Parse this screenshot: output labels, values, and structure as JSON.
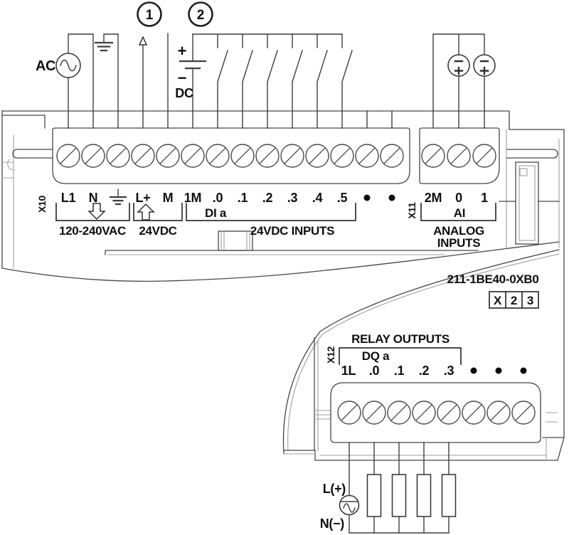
{
  "callouts": {
    "note1": "1",
    "note2": "2"
  },
  "supply": {
    "ac": "AC",
    "plus": "+",
    "minus": "−",
    "dc": "DC"
  },
  "x10": {
    "connector": "X10",
    "t_l1": "L1",
    "t_n": "N",
    "t_lplus": "L+",
    "t_m": "M",
    "t_1m": "1M",
    "t_i0": ".0",
    "t_i1": ".1",
    "t_i2": ".2",
    "t_i3": ".3",
    "t_i4": ".4",
    "t_i5": ".5",
    "unused_marker": "••",
    "group_mains": "120-240VAC",
    "group_sensor": "24VDC",
    "group_di": "DI a",
    "caption_di": "24VDC INPUTS"
  },
  "x11": {
    "connector": "X11",
    "t_2m": "2M",
    "t_0": "0",
    "t_1": "1",
    "group_ai": "AI",
    "caption_line1": "ANALOG",
    "caption_line2": "INPUTS",
    "source_polarity_top": "−",
    "source_polarity_bottom": "+"
  },
  "module": {
    "order_number": "211-1BE40-0XB0",
    "version_cells": [
      "X",
      "2",
      "3"
    ]
  },
  "x12": {
    "connector": "X12",
    "title": "RELAY OUTPUTS",
    "group_dq": "DQ a",
    "t_1l": "1L",
    "t_q0": ".0",
    "t_q1": ".1",
    "t_q2": ".2",
    "t_q3": ".3",
    "unused_marker": "•••"
  },
  "load_supply": {
    "line": "L(+)",
    "neutral": "N(−)"
  }
}
